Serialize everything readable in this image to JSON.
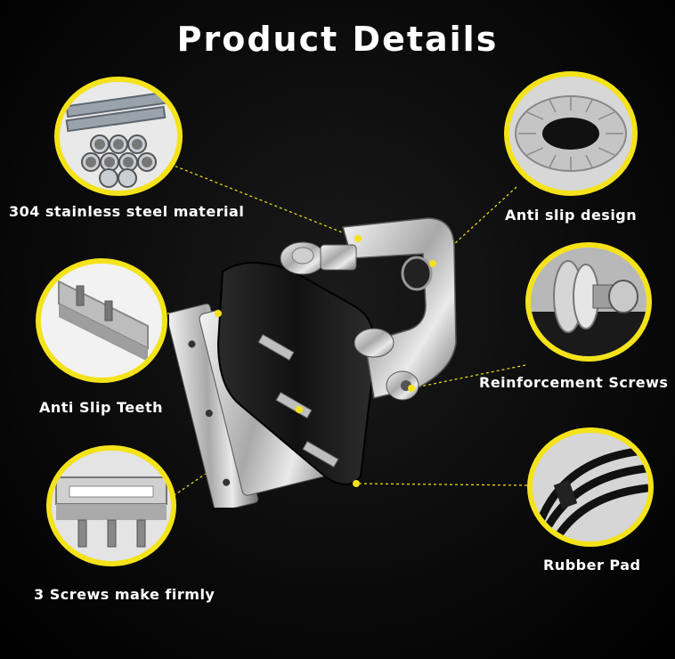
{
  "title": "Product Details",
  "accent_color": "#f4e31a",
  "features": [
    {
      "label": "304 stainless steel material",
      "icon": "steel-tubes-icon"
    },
    {
      "label": "Anti slip design",
      "icon": "serrated-washer-icon"
    },
    {
      "label": "Anti Slip Teeth",
      "icon": "anti-slip-teeth-icon"
    },
    {
      "label": "Reinforcement Screws",
      "icon": "reinforcement-screws-icon"
    },
    {
      "label": "3 Screws make firmly",
      "icon": "three-screws-icon"
    },
    {
      "label": "Rubber Pad",
      "icon": "rubber-pad-icon"
    }
  ]
}
